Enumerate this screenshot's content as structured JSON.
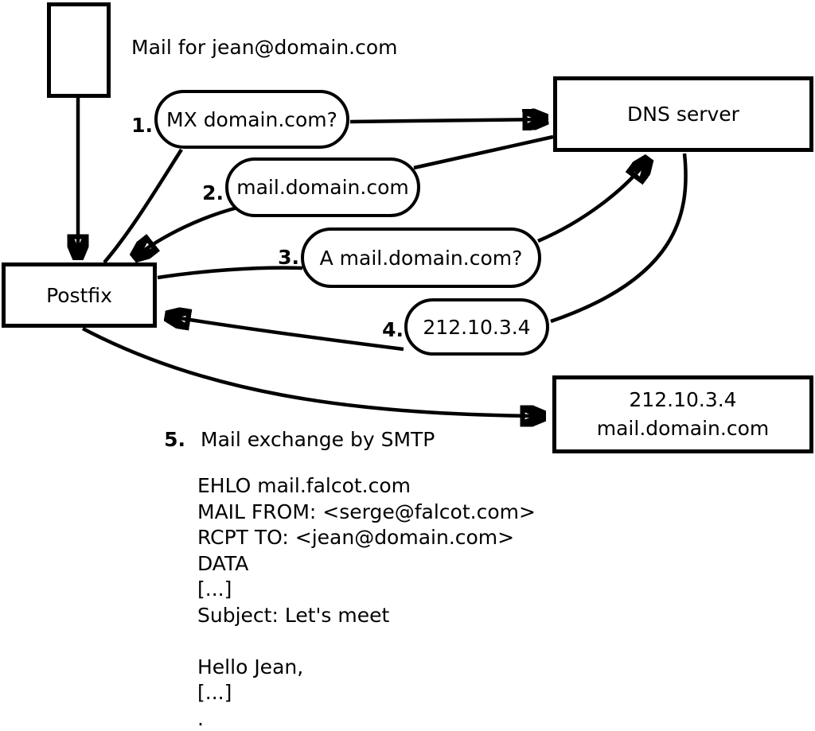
{
  "diagram": {
    "title_note": "Mail for jean@domain.com",
    "nodes": {
      "postfix": {
        "label": "Postfix"
      },
      "dns_server": {
        "label": "DNS server"
      },
      "mail_server": {
        "line1": "212.10.3.4",
        "line2": "mail.domain.com"
      }
    },
    "steps": [
      {
        "num": "1.",
        "label": "MX domain.com?"
      },
      {
        "num": "2.",
        "label": "mail.domain.com"
      },
      {
        "num": "3.",
        "label": "A mail.domain.com?"
      },
      {
        "num": "4.",
        "label": "212.10.3.4"
      },
      {
        "num": "5.",
        "label": "Mail exchange by SMTP"
      }
    ],
    "smtp_session": {
      "lines": [
        "EHLO mail.falcot.com",
        "MAIL FROM: <serge@falcot.com>",
        "RCPT TO: <jean@domain.com>",
        "DATA",
        "[...]",
        "Subject: Let's meet",
        "",
        "Hello Jean,",
        "[...]",
        "."
      ]
    },
    "colors": {
      "stroke": "#000000",
      "background": "#ffffff"
    }
  }
}
